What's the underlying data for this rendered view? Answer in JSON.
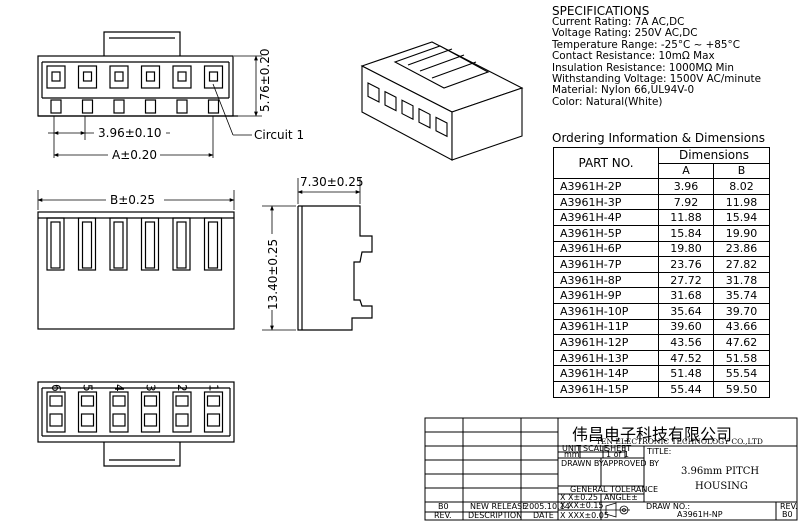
{
  "specifications": {
    "title": "SPECIFICATIONS",
    "lines": [
      "Current Rating: 7A AC,DC",
      "Voltage Rating: 250V AC,DC",
      "Temperature Range: -25°C ~ +85°C",
      "Contact Resistance: 10mΩ Max",
      "Insulation Resistance: 1000MΩ Min",
      "Withstanding Voltage: 1500V AC/minute",
      "Material: Nylon 66,UL94V-0",
      "Color: Natural(White)"
    ]
  },
  "ordering": {
    "title": "Ordering Information & Dimensions",
    "header_part": "PART NO.",
    "header_dims": "Dimensions",
    "header_a": "A",
    "header_b": "B",
    "rows": [
      {
        "part": "A3961H-2P",
        "a": "3.96",
        "b": "8.02"
      },
      {
        "part": "A3961H-3P",
        "a": "7.92",
        "b": "11.98"
      },
      {
        "part": "A3961H-4P",
        "a": "11.88",
        "b": "15.94"
      },
      {
        "part": "A3961H-5P",
        "a": "15.84",
        "b": "19.90"
      },
      {
        "part": "A3961H-6P",
        "a": "19.80",
        "b": "23.86"
      },
      {
        "part": "A3961H-7P",
        "a": "23.76",
        "b": "27.82"
      },
      {
        "part": "A3961H-8P",
        "a": "27.72",
        "b": "31.78"
      },
      {
        "part": "A3961H-9P",
        "a": "31.68",
        "b": "35.74"
      },
      {
        "part": "A3961H-10P",
        "a": "35.64",
        "b": "39.70"
      },
      {
        "part": "A3961H-11P",
        "a": "39.60",
        "b": "43.66"
      },
      {
        "part": "A3961H-12P",
        "a": "43.56",
        "b": "47.62"
      },
      {
        "part": "A3961H-13P",
        "a": "47.52",
        "b": "51.58"
      },
      {
        "part": "A3961H-14P",
        "a": "51.48",
        "b": "55.54"
      },
      {
        "part": "A3961H-15P",
        "a": "55.44",
        "b": "59.50"
      }
    ]
  },
  "drawing": {
    "dim_height": "5.76±0.20",
    "dim_pitch": "3.96±0.10",
    "dim_a": "A±0.20",
    "circuit_label": "Circuit 1",
    "dim_b": "B±0.25",
    "dim_depth": "7.30±0.25",
    "dim_side_height": "13.40±0.25",
    "pin_numbers": [
      "6",
      "5",
      "4",
      "3",
      "2",
      "1"
    ]
  },
  "title_block": {
    "company_cn": "伟昌电子科技有限公司",
    "company_en": "TEN ELECTRONIC TECHNOLOGY CO.,LTD",
    "unit_label": "UNIT",
    "scale_label": "SCALE",
    "sheet_label": "SHEET",
    "unit_value": "mm",
    "sheet_value": "1 of 1",
    "title_label": "TITLE:",
    "drawn_by": "DRAWN BY",
    "approved_by": "APPROVED BY",
    "drawing_title_1": "3.96mm PITCH",
    "drawing_title_2": "HOUSING",
    "general_tolerance": "GENERAL TOLERANCE",
    "tol_x": "X X±0.25",
    "tol_angle": "ANGLE±",
    "tol_xx": "X XX±0.15",
    "tol_xxx": "X XXX±0.05",
    "rev_value": "B0",
    "new_release": "NEW RELEASE",
    "release_date": "2005.10.14",
    "rev_label": "REV.",
    "description_label": "DESCRIPTION",
    "date_label": "DATE",
    "draw_no_label": "DRAW NO.:",
    "draw_no_value": "A3961H-NP",
    "rev_label_right": "REV.",
    "rev_value_right": "B0"
  }
}
